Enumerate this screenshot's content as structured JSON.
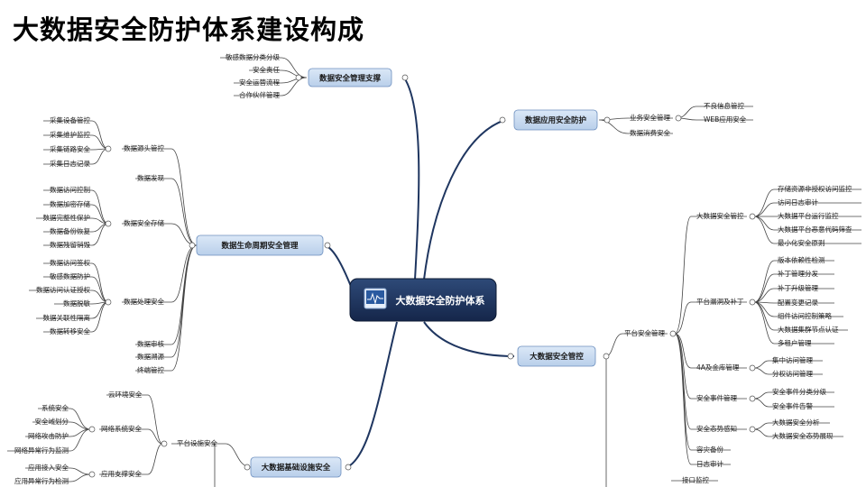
{
  "title": "大数据安全防护体系建设构成",
  "center": "大数据安全防护体系",
  "mains": {
    "mgmt_support": "数据安全管理支撑",
    "app_protect": "数据应用安全防护",
    "lifecycle": "数据生命周期安全管理",
    "bigdata_ctrl": "大数据安全管控",
    "infra": "大数据基础设施安全"
  },
  "nodes": {
    "mgmt_support": [
      "敏感数据分类分级",
      "安全责任",
      "安全运营流程",
      "合作伙伴管理"
    ],
    "app_protect": {
      "business": "业务安全管理",
      "business_items": [
        "不良信息管控",
        "WEB应用安全"
      ],
      "consume": "数据消费安全"
    },
    "lifecycle": {
      "source": "数据源头管控",
      "source_items": [
        "采集设备管控",
        "采集维护监控",
        "采集链路安全",
        "采集日志记录"
      ],
      "discover": "数据发现",
      "storage": "数据安全存储",
      "storage_items": [
        "数据访问控制",
        "数据加密存储",
        "数据完整性保护",
        "数据备份恢复",
        "数据残留销毁"
      ],
      "process": "数据处理安全",
      "process_items": [
        "数据访问签权",
        "敏感数据防护",
        "数据访问认证授权",
        "数据脱敏",
        "数据关联性隔离",
        "数据转移安全"
      ],
      "audit": "数据审核",
      "trace": "数据溯源",
      "endpoint": "终端管控"
    },
    "bigdata_ctrl": {
      "platform": "平台安全管理",
      "ctrl": "大数据安全管控",
      "ctrl_items": [
        "存储资源非授权访问监控",
        "访问日志审计",
        "大数据平台运行监控",
        "大数据平台恶意代码筛查",
        "最小化安全原则"
      ],
      "patch": "平台漏洞及补丁",
      "patch_items": [
        "版本依赖性检测",
        "补丁管理分发",
        "补丁升级管理",
        "配置变更记录",
        "组件访问控制策略",
        "大数据集群节点认证",
        "多租户管理"
      ],
      "acct": "4A及金库管理",
      "acct_items": [
        "集中访问管理",
        "分权访问管理"
      ],
      "event": "安全事件管理",
      "event_items": [
        "安全事件分类分级",
        "安全事件告警"
      ],
      "situation": "安全态势感知",
      "situation_items": [
        "大数据安全分析",
        "大数据安全态势展现"
      ],
      "backup": "容灾备份",
      "logaudit": "日志审计",
      "interface": "接口监控"
    },
    "infra": {
      "platform": "平台设施安全",
      "cloud": "云环境安全",
      "network": "网络系统安全",
      "network_items": [
        "系统安全",
        "安全域划分",
        "网络攻击防护",
        "网络异常行为监测"
      ],
      "app": "应用支撑安全",
      "app_items": [
        "应用接入安全",
        "应用异常行为检测"
      ]
    }
  },
  "colors": {
    "branch": "#1f3660",
    "box_fill": "#c8dcf2",
    "box_stroke": "#6d8fbf",
    "center_fill": "#1e3358",
    "leaf_line": "#444444"
  },
  "icons": {
    "center": "chart-monitor-icon"
  }
}
